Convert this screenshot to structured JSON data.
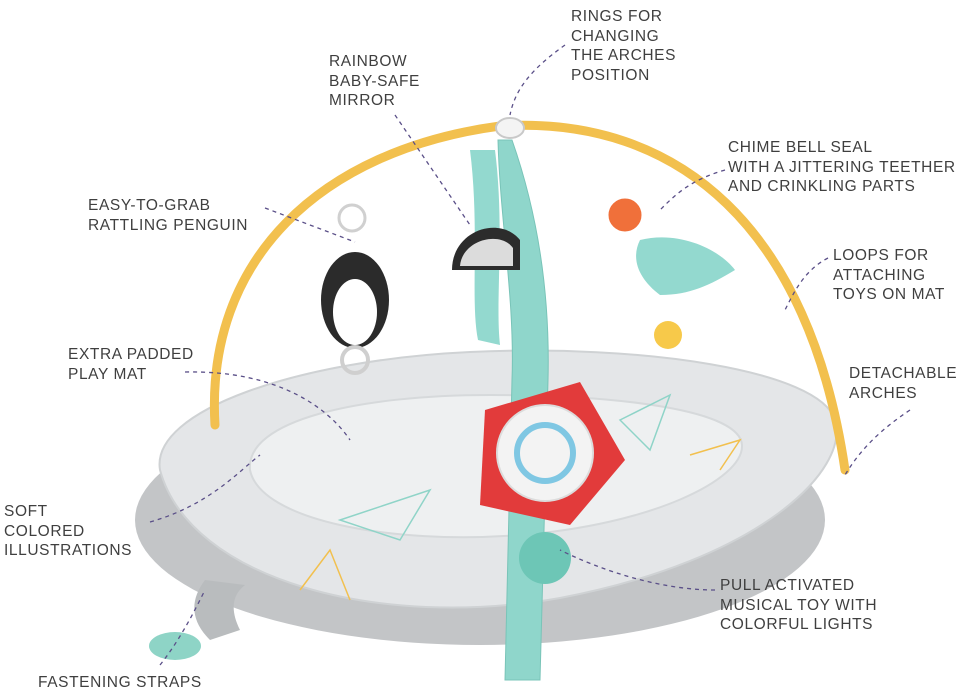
{
  "image": {
    "subject": "baby play gym product diagram",
    "colors": {
      "arch": "#f2c04e",
      "mat": "#e7e9ea",
      "mat_shadow": "#bdbfc1",
      "strap": "#7fd0c4",
      "panel_red": "#e23b3b",
      "leader_line": "#5a4f88",
      "text": "#3f3f3f"
    }
  },
  "labels": {
    "rings": "RINGS FOR\nCHANGING\nTHE ARCHES\nPOSITION",
    "mirror": "RAINBOW\nBABY-SAFE\nMIRROR",
    "chime": "CHIME BELL SEAL\nWITH A JITTERING TEETHER\nAND CRINKLING PARTS",
    "penguin": "EASY-TO-GRAB\nRATTLING PENGUIN",
    "loops": "LOOPS FOR\nATTACHING\nTOYS ON MAT",
    "padded": "EXTRA PADDED\nPLAY MAT",
    "detachable": "DETACHABLE\nARCHES",
    "illustrations": "SOFT\nCOLORED\nILLUSTRATIONS",
    "musical": "PULL ACTIVATED\nMUSICAL TOY WITH\nCOLORFUL LIGHTS",
    "straps": "FASTENING STRAPS"
  }
}
